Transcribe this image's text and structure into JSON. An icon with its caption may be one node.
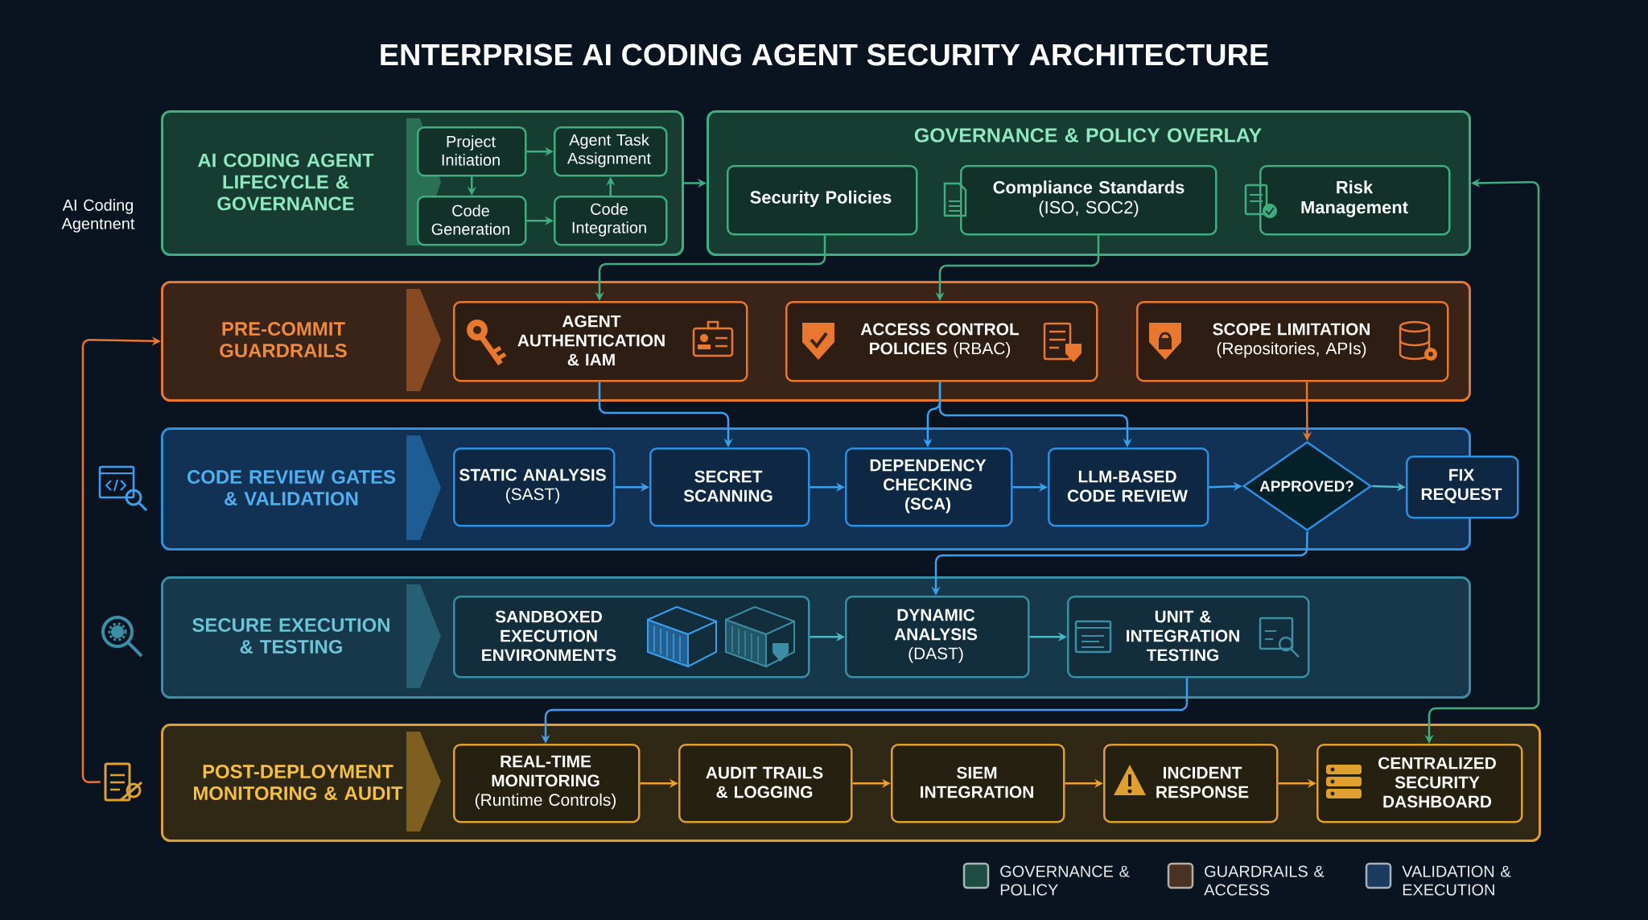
{
  "diagram": {
    "title": "ENTERPRISE AI CODING AGENT SECURITY ARCHITECTURE",
    "nodes": [
      {
        "text": [
          "AI CODING AGENT LIFECYCLE & GOVERNANCE"
        ]
      },
      {
        "text": [
          "Project Initiation"
        ],
        "in": 0
      },
      {
        "text": [
          "Agent Task Assignment"
        ],
        "in": 0
      },
      {
        "text": [
          "Code Generation"
        ],
        "in": 0
      },
      {
        "text": [
          "Code Integration"
        ],
        "in": 0
      },
      {
        "text": [
          "GOVERNANCE & POLICY OVERLAY"
        ]
      },
      {
        "text": [
          "Security Policies"
        ],
        "in": 5
      },
      {
        "text": [
          "Compliance Standards",
          "(ISO, SOC2)"
        ],
        "in": 5
      },
      {
        "text": [
          "Risk Management"
        ],
        "in": 5
      },
      {
        "text": [
          "PRE-COMMIT GUARDRAILS"
        ]
      },
      {
        "text": [
          "AGENT AUTHENTICATION & IAM"
        ],
        "in": 9
      },
      {
        "text": [
          "**ACCESS CONTROL POLICIES** (RBAC)"
        ],
        "in": 9
      },
      {
        "text": [
          "SCOPE LIMITATION",
          "(Repositories, APIs)"
        ],
        "in": 9
      },
      {
        "text": [
          "CODE REVIEW GATES & VALIDATION"
        ]
      },
      {
        "text": [
          "STATIC ANALYSIS",
          "(SAST)"
        ],
        "in": 13
      },
      {
        "text": [
          "SECRET SCANNING"
        ],
        "in": 13
      },
      {
        "text": [
          "DEPENDENCY CHECKING",
          "(SCA)"
        ],
        "in": 13
      },
      {
        "text": [
          "LLM-BASED CODE REVIEW"
        ],
        "in": 13
      },
      {
        "text": [
          "APPROVED?"
        ],
        "in": 13
      },
      {
        "text": [
          "FIX REQUEST"
        ]
      },
      {
        "text": [
          "SECURE EXECUTION & TESTING"
        ]
      },
      {
        "text": [
          "SANDBOXED EXECUTION ENVIRONMENTS"
        ],
        "in": 20
      },
      {
        "text": [
          "DYNAMIC ANALYSIS",
          "(DAST)"
        ],
        "in": 20
      },
      {
        "text": [
          "UNIT & INTEGRATION TESTING"
        ],
        "in": 20
      },
      {
        "text": [
          "POST-DEPLOYMENT MONITORING & AUDIT"
        ]
      },
      {
        "text": [
          "REAL-TIME MONITORING",
          "(Runtime Controls)"
        ],
        "in": 24
      },
      {
        "text": [
          "AUDIT TRAILS & LOGGING"
        ],
        "in": 24
      },
      {
        "text": [
          "SIEM INTEGRATION"
        ],
        "in": 24
      },
      {
        "text": [
          "INCIDENT RESPONSE"
        ],
        "in": 24
      },
      {
        "text": [
          "CENTRALIZED SECURITY DASHBOARD"
        ],
        "in": 24
      },
      {
        "text": [],
        "shape": "icon"
      }
    ],
    "edges": [
      {
        "from": 0,
        "to": 5,
        "arrow": "to",
        "color": "#3fae7f"
      },
      {
        "from": 1,
        "to": 2,
        "arrow": "to",
        "color": "#3fae7f"
      },
      {
        "from": 1,
        "to": 3,
        "arrow": "to",
        "color": "#3fae7f"
      },
      {
        "from": 3,
        "to": 4,
        "arrow": "to",
        "color": "#3fae7f"
      },
      {
        "from": 4,
        "to": 2,
        "arrow": "to",
        "color": "#3fae7f"
      },
      {
        "from": 6,
        "to": 10,
        "arrow": "to",
        "color": "#3fae7f"
      },
      {
        "from": 7,
        "to": 11,
        "arrow": "to",
        "color": "#3fae7f"
      },
      {
        "from": 10,
        "to": 15,
        "arrow": "to"
      },
      {
        "from": 11,
        "to": 16,
        "arrow": "to"
      },
      {
        "from": 11,
        "to": 17,
        "arrow": "to"
      },
      {
        "from": 12,
        "to": 18,
        "arrow": "to",
        "color": "#e8782e"
      },
      {
        "from": 14,
        "to": 15,
        "arrow": "to"
      },
      {
        "from": 15,
        "to": 16,
        "arrow": "to"
      },
      {
        "from": 16,
        "to": 17,
        "arrow": "to"
      },
      {
        "from": 17,
        "to": 18,
        "arrow": "to"
      },
      {
        "from": 18,
        "to": 19,
        "arrow": "to",
        "color": "#4fb8c8"
      },
      {
        "from": 18,
        "to": 22,
        "arrow": "to"
      },
      {
        "from": 21,
        "to": 22,
        "arrow": "to",
        "color": "#4fb8c8"
      },
      {
        "from": 22,
        "to": 23,
        "arrow": "to",
        "color": "#4fb8c8"
      },
      {
        "from": 23,
        "to": 25,
        "arrow": "to"
      },
      {
        "from": 25,
        "to": 26,
        "arrow": "to",
        "color": "#f0a030"
      },
      {
        "from": 26,
        "to": 27,
        "arrow": "to",
        "color": "#f0a030"
      },
      {
        "from": 27,
        "to": 28,
        "arrow": "to",
        "color": "#f0a030"
      },
      {
        "from": 28,
        "to": 29,
        "arrow": "to",
        "color": "#f0a030"
      },
      {
        "from": 5,
        "to": 29,
        "arrow": "both",
        "color": "#3fae7f"
      },
      {
        "from": 30,
        "to": 9,
        "arrow": "to",
        "color": "#e8782e"
      }
    ],
    "labels": [
      "AI Coding Agentnent"
    ],
    "legend": [
      {
        "text": "GOVERNANCE & POLICY",
        "color": "#1f4d43"
      },
      {
        "text": "GUARDRAILS & ACCESS",
        "color": "#4a3322"
      },
      {
        "text": "VALIDATION & EXECUTION",
        "color": "#1b3b5e"
      }
    ]
  }
}
